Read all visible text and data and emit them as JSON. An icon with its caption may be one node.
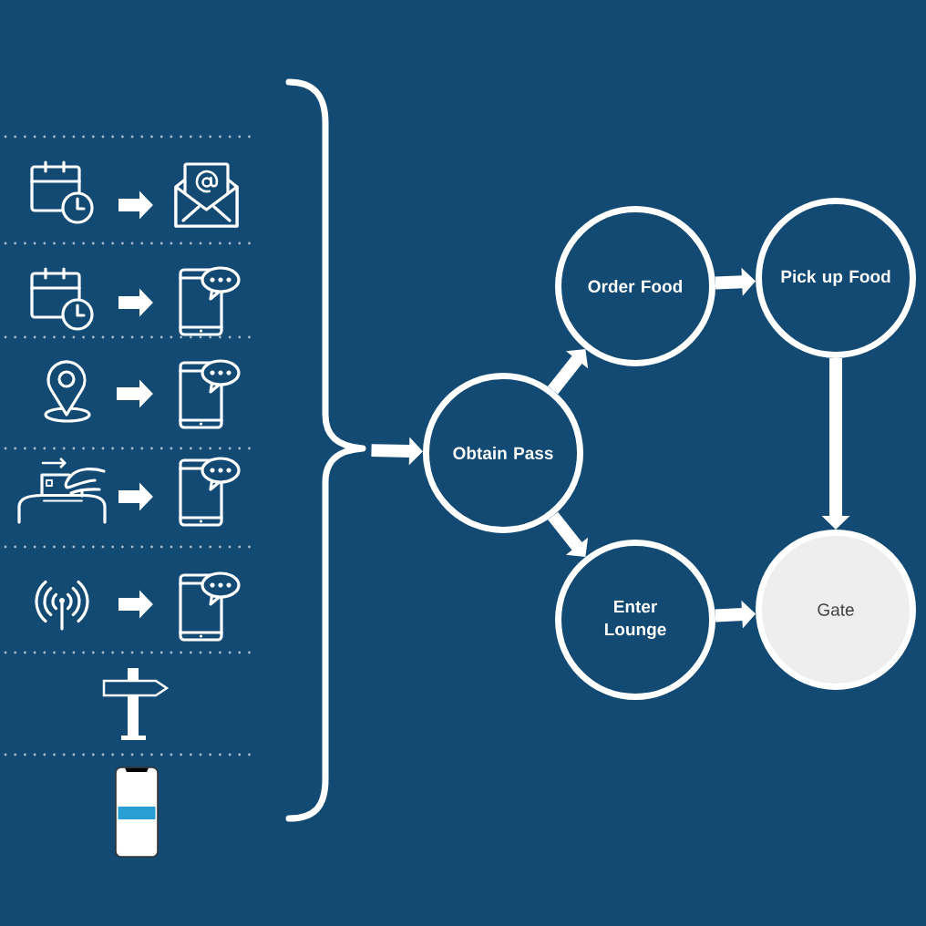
{
  "diagram": {
    "nodes": [
      {
        "text": [],
        "shape": "picture"
      },
      {
        "text": [],
        "shape": "picture"
      },
      {
        "text": [],
        "shape": "picture"
      },
      {
        "text": [],
        "shape": "picture"
      },
      {
        "text": [],
        "shape": "picture"
      },
      {
        "text": [],
        "shape": "picture"
      },
      {
        "text": [],
        "shape": "picture"
      },
      {
        "text": [],
        "shape": "picture"
      },
      {
        "text": [],
        "shape": "picture"
      },
      {
        "text": [],
        "shape": "picture"
      },
      {
        "text": [],
        "shape": "brace"
      },
      {
        "text": [
          "Obtain Pass"
        ]
      },
      {
        "text": [
          "Order Food"
        ]
      },
      {
        "text": [
          "Pick up Food"
        ]
      },
      {
        "text": [
          "Enter Lounge"
        ]
      },
      {
        "text": [
          "Gate"
        ]
      }
    ],
    "edges": [
      {
        "from": 0,
        "to": 1,
        "arrow": "to"
      },
      {
        "from": 2,
        "to": 3,
        "arrow": "to"
      },
      {
        "from": 4,
        "to": 5,
        "arrow": "to"
      },
      {
        "from": 6,
        "to": 7,
        "arrow": "to"
      },
      {
        "from": 8,
        "to": 9,
        "arrow": "to"
      },
      {
        "from": 10,
        "to": 11,
        "arrow": "to"
      },
      {
        "from": 11,
        "to": 12,
        "arrow": "to"
      },
      {
        "from": 11,
        "to": 14,
        "arrow": "to"
      },
      {
        "from": 12,
        "to": 13,
        "arrow": "to"
      },
      {
        "from": 13,
        "to": 15,
        "arrow": "to"
      },
      {
        "from": 14,
        "to": 15,
        "arrow": "to"
      }
    ]
  }
}
